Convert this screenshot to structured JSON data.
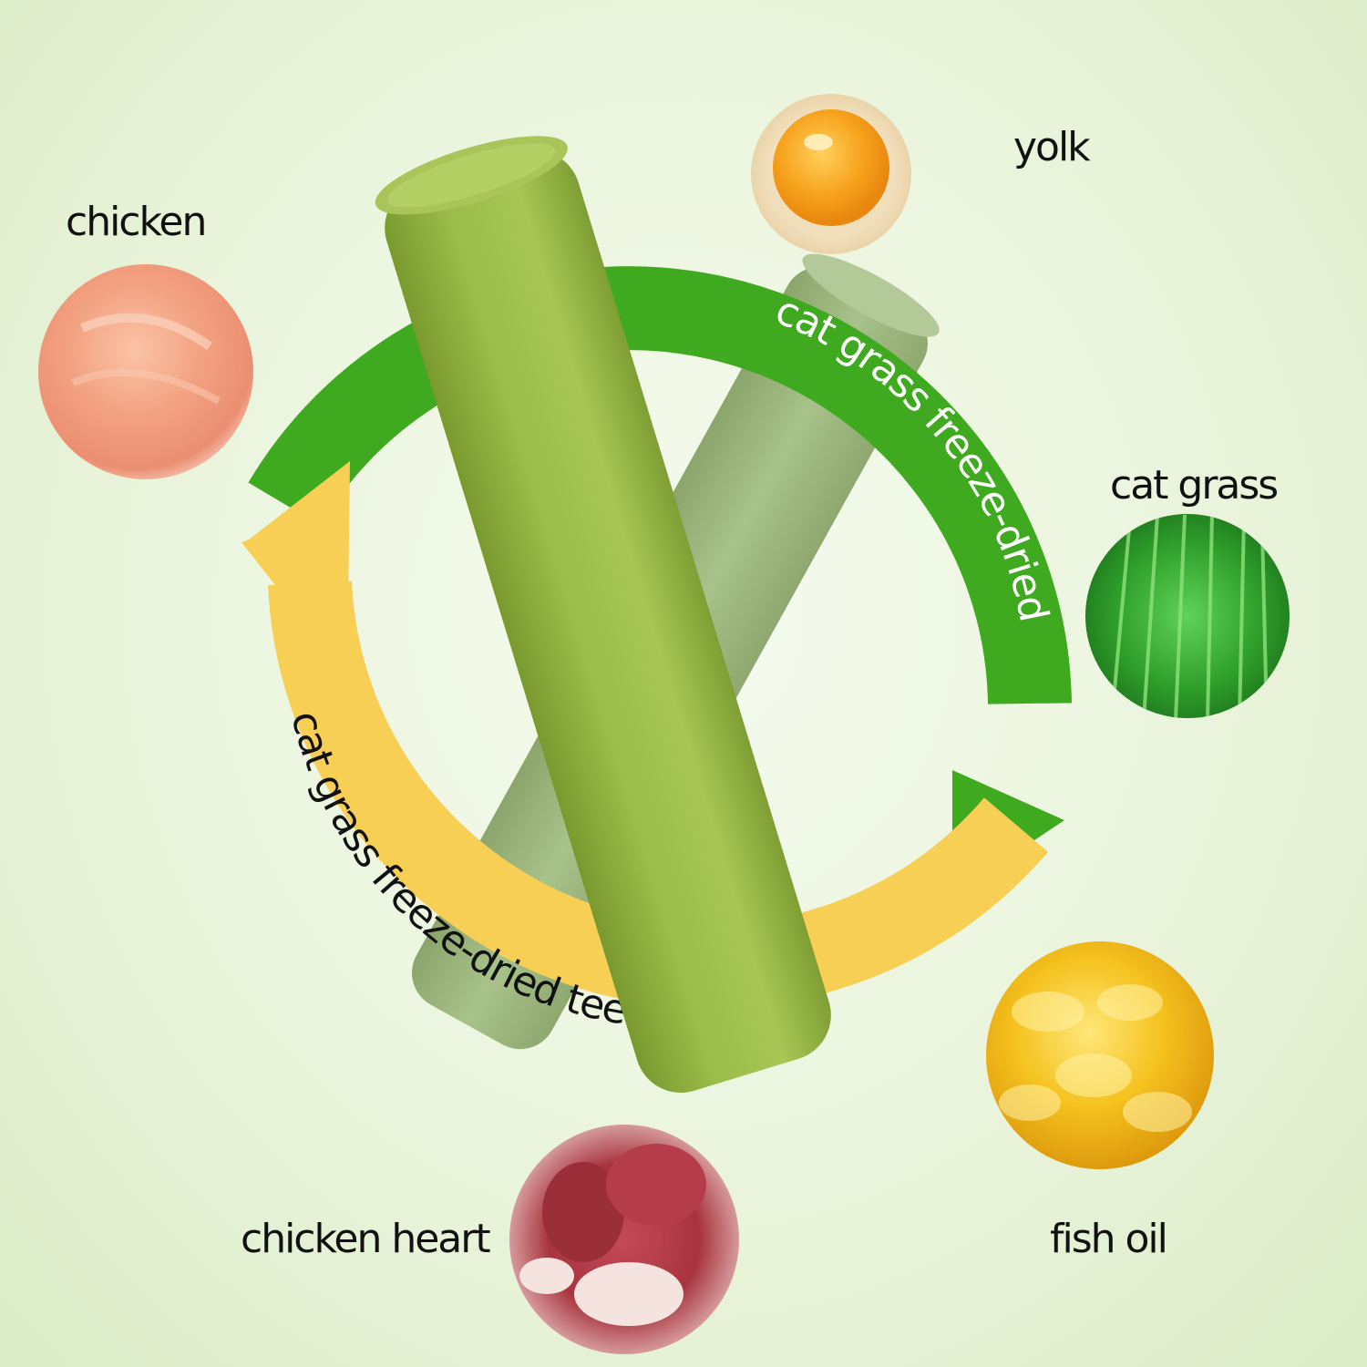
{
  "ingredients": {
    "chicken": "chicken",
    "yolk": "yolk",
    "cat_grass": "cat grass",
    "chicken_heart": "chicken heart",
    "fish_oil": "fish oil"
  },
  "cycle": {
    "green_arrow_text": "cat grass freeze-dried",
    "yellow_arrow_text": "cat grass freeze-dried teething stick"
  },
  "colors": {
    "green_arrow": "#3faa1f",
    "yellow_arrow": "#f7cf55",
    "stick_front": "#93b543",
    "stick_back": "#9db980"
  }
}
